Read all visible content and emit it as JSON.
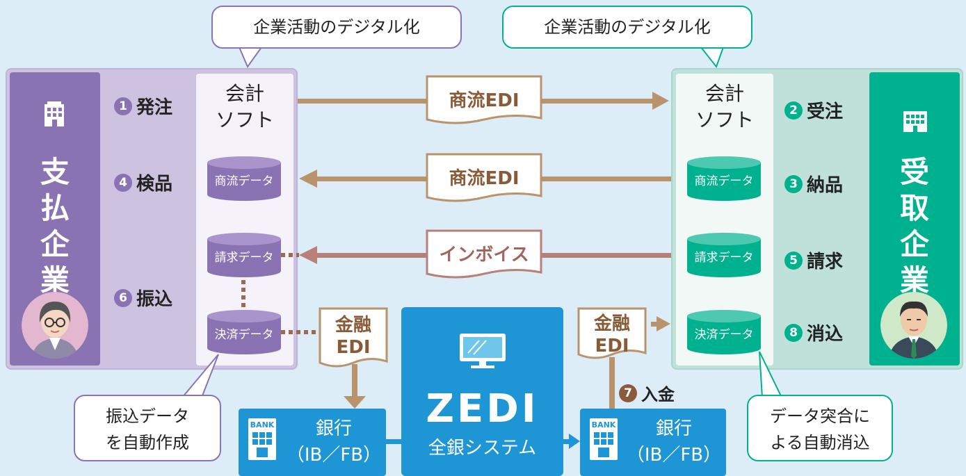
{
  "callouts": {
    "digitalization_left": "企業活動のデジタル化",
    "digitalization_right": "企業活動のデジタル化",
    "auto_transfer": [
      "振込データ",
      "を自動作成"
    ],
    "auto_reconcile": [
      "データ突合に",
      "よる自動消込"
    ]
  },
  "payer": {
    "title_chars": [
      "支",
      "払",
      "企",
      "業"
    ],
    "steps": [
      {
        "num": "1",
        "label": "発注"
      },
      {
        "num": "4",
        "label": "検品"
      },
      {
        "num": "6",
        "label": "振込"
      }
    ],
    "software": [
      "会計",
      "ソフト"
    ],
    "databases": [
      "商流データ",
      "請求データ",
      "決済データ"
    ]
  },
  "receiver": {
    "title_chars": [
      "受",
      "取",
      "企",
      "業"
    ],
    "steps": [
      {
        "num": "2",
        "label": "受注"
      },
      {
        "num": "3",
        "label": "納品"
      },
      {
        "num": "5",
        "label": "請求"
      },
      {
        "num": "8",
        "label": "消込"
      }
    ],
    "software": [
      "会計",
      "ソフト"
    ],
    "databases": [
      "商流データ",
      "請求データ",
      "決済データ"
    ]
  },
  "documents": {
    "order_edi": "商流EDI",
    "delivery_edi": "商流EDI",
    "invoice": "インボイス",
    "finance_left": [
      "金融",
      "EDI"
    ],
    "finance_right": [
      "金融",
      "EDI"
    ]
  },
  "banks": {
    "tag": "BANK",
    "left": [
      "銀行",
      "（IB／FB）"
    ],
    "right": [
      "銀行",
      "（IB／FB）"
    ]
  },
  "zedi": {
    "title": "ZEDI",
    "subtitle": "全銀システム"
  },
  "deposit_step": {
    "num": "7",
    "label": "入金"
  },
  "colors": {
    "payer": "#8a73b3",
    "receiver": "#00b18f",
    "arrow_brown": "#b9936c",
    "zedi_blue": "#1e95d4"
  }
}
